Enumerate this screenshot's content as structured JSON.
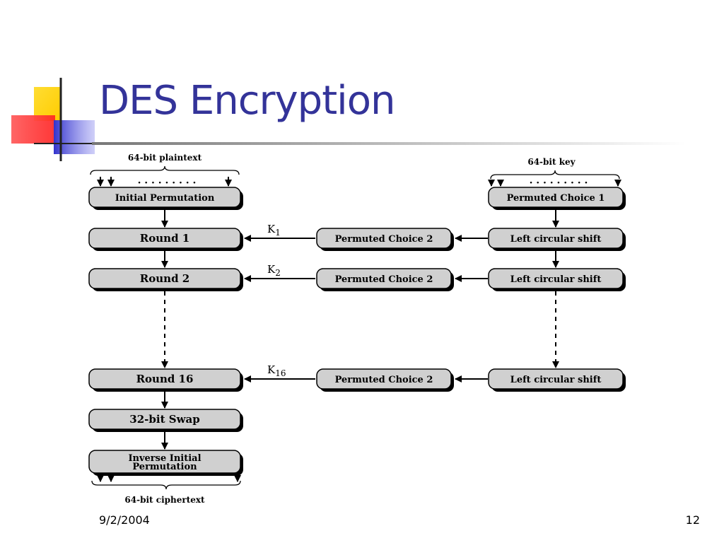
{
  "slide": {
    "title": "DES Encryption",
    "date": "9/2/2004",
    "page_number": "12"
  },
  "diagram": {
    "plaintext_label": "64-bit plaintext",
    "key_label": "64-bit key",
    "ciphertext_label": "64-bit ciphertext",
    "dots": "· · · · · · · · ·",
    "data_path": [
      {
        "id": "initial-permutation",
        "lines": [
          "Initial Permutation"
        ]
      },
      {
        "id": "round-1",
        "lines": [
          "Round 1"
        ]
      },
      {
        "id": "round-2",
        "lines": [
          "Round 2"
        ]
      },
      {
        "id": "round-16",
        "lines": [
          "Round 16"
        ]
      },
      {
        "id": "swap",
        "lines": [
          "32-bit Swap"
        ]
      },
      {
        "id": "inverse-ip",
        "lines": [
          "Inverse Initial",
          "Permutation"
        ]
      }
    ],
    "key_path": [
      {
        "id": "permuted-choice-1",
        "label": "Permuted Choice 1"
      },
      {
        "id": "left-shift-1",
        "label": "Left circular shift"
      },
      {
        "id": "left-shift-2",
        "label": "Left circular shift"
      },
      {
        "id": "left-shift-16",
        "label": "Left circular shift"
      }
    ],
    "pc2_label": "Permuted Choice 2",
    "subkeys": [
      {
        "letter": "K",
        "sub": "1"
      },
      {
        "letter": "K",
        "sub": "2"
      },
      {
        "letter": "K",
        "sub": "16"
      }
    ]
  },
  "colors": {
    "title": "#333399",
    "box_fill": "#d0d0d0",
    "box_shadow": "#000000",
    "deco_yellow": "#ffcc00",
    "deco_red": "#ff3333",
    "deco_blue": "#3333cc"
  }
}
